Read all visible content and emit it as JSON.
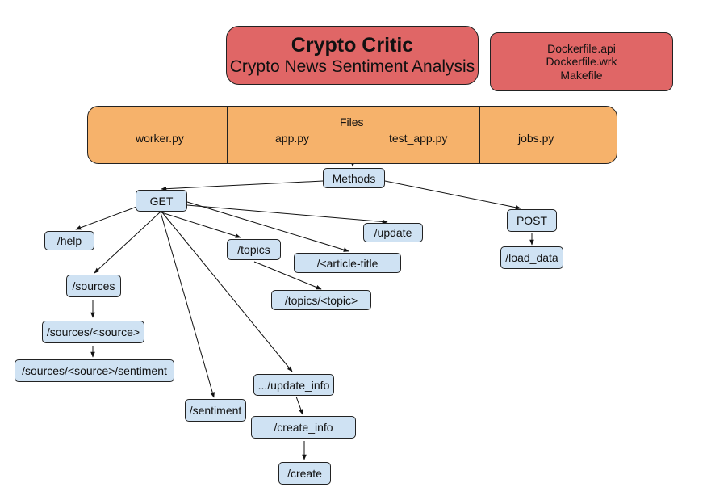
{
  "title": {
    "main": "Crypto Critic",
    "sub": "Crypto News Sentiment Analysis"
  },
  "build_files": [
    "Dockerfile.api",
    "Dockerfile.wrk",
    "Makefile"
  ],
  "files_bar": {
    "label": "Files",
    "items": [
      "worker.py",
      "app.py",
      "test_app.py",
      "jobs.py"
    ]
  },
  "nodes": {
    "methods": "Methods",
    "get": "GET",
    "post": "POST",
    "help": "/help",
    "update": "/update",
    "topics": "/topics",
    "article_title": "/<article-title",
    "topics_topic": "/topics/<topic>",
    "sources": "/sources",
    "sources_source": "/sources/<source>",
    "sources_sentiment": "/sources/<source>/sentiment",
    "sentiment": "/sentiment",
    "update_info": ".../update_info",
    "create_info": "/create_info",
    "create": "/create",
    "load_data": "/load_data"
  }
}
